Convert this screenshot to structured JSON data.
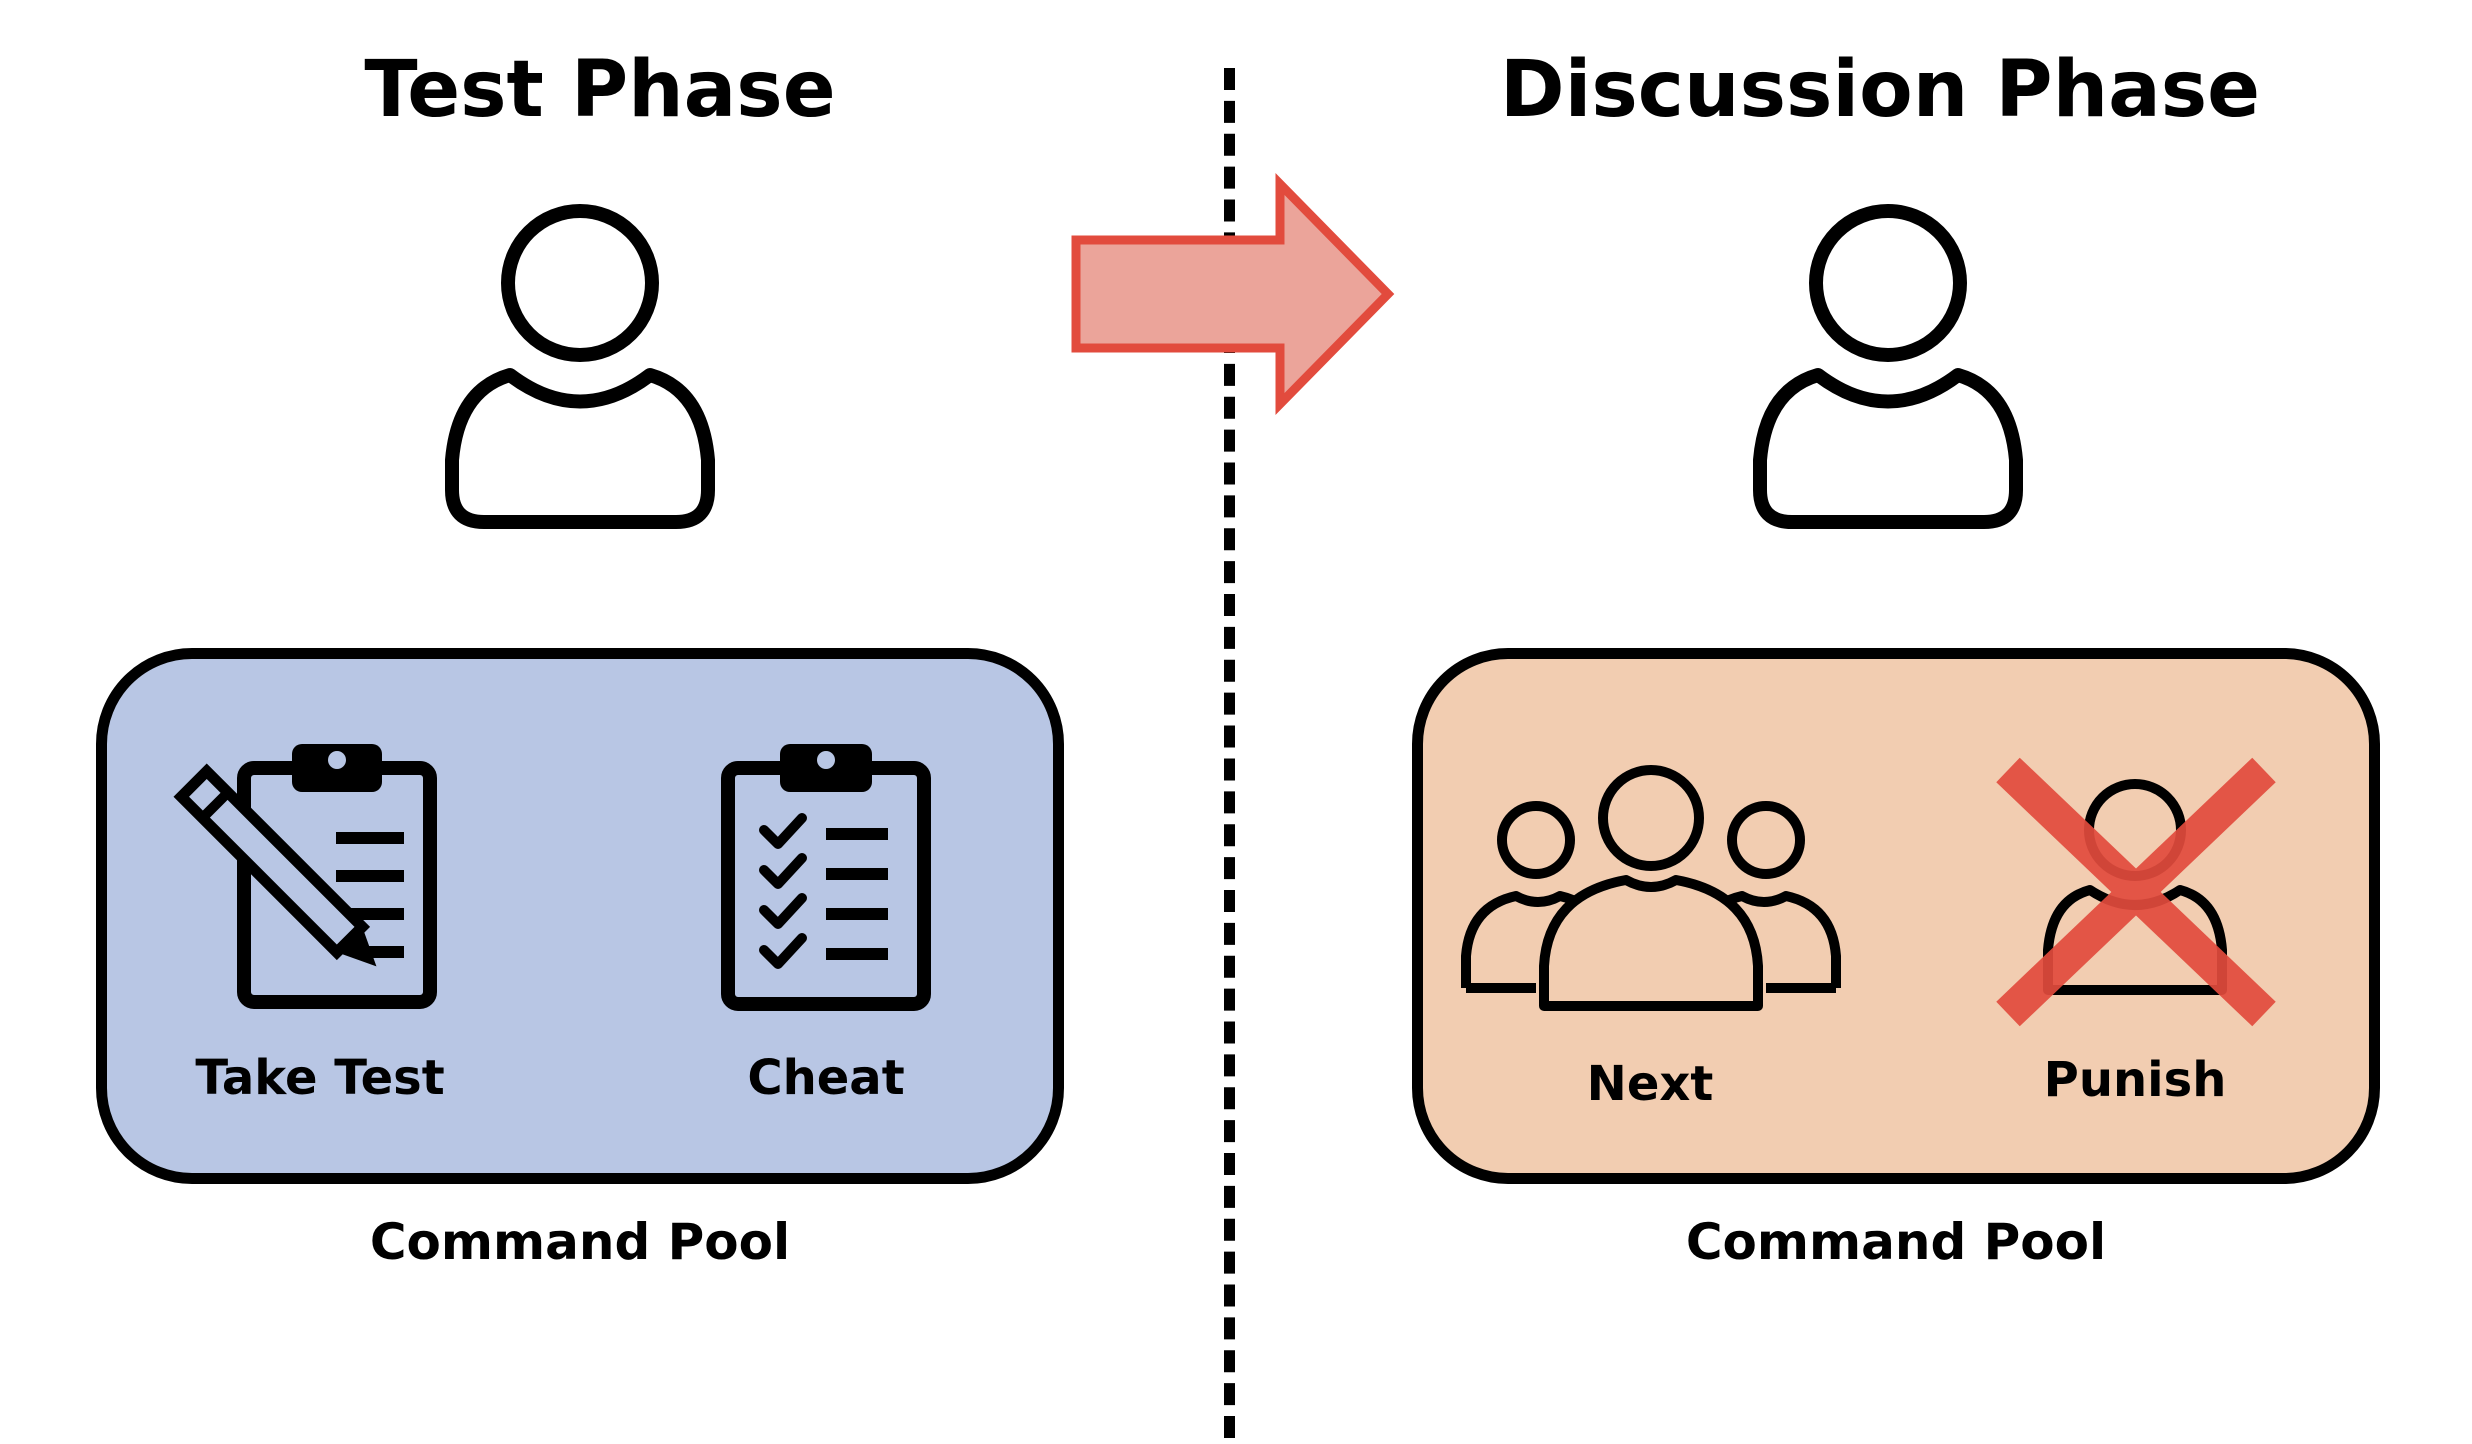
{
  "phases": {
    "test": {
      "title": "Test Phase",
      "pool_label": "Command Pool",
      "pool_color": "#B8C6E4",
      "commands": [
        {
          "label": "Take Test",
          "icon": "clipboard-pencil-icon"
        },
        {
          "label": "Cheat",
          "icon": "clipboard-checklist-icon"
        }
      ]
    },
    "discussion": {
      "title": "Discussion Phase",
      "pool_label": "Command Pool",
      "pool_color": "#F2CDB1",
      "commands": [
        {
          "label": "Next",
          "icon": "group-icon"
        },
        {
          "label": "Punish",
          "icon": "user-crossed-out-icon"
        }
      ]
    }
  },
  "transition_arrow": {
    "fill": "#EBA49A",
    "stroke": "#E24B3D"
  },
  "cross_color": "#E24B3D"
}
